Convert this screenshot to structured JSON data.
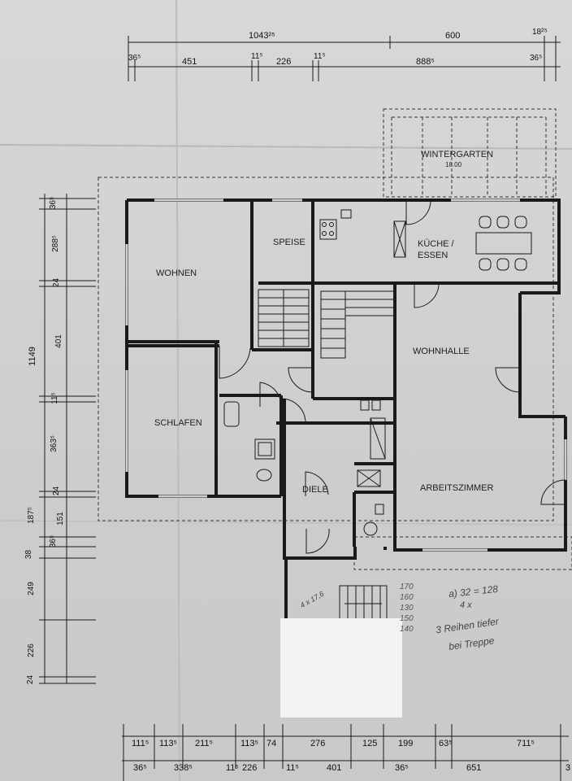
{
  "rooms": {
    "wintergarten": "WINTERGARTEN",
    "wintergarten_area": "18.00",
    "speise": "SPEISE",
    "kueche": "KÜCHE /",
    "essen": "ESSEN",
    "wohnen": "WOHNEN",
    "wohnhalle": "WOHNHALLE",
    "schlafen": "SCHLAFEN",
    "arbeitszimmer": "ARBEITSZIMMER",
    "diele": "DIELE"
  },
  "dims_top": {
    "overall": "1043²⁵",
    "right_a": "600",
    "right_b": "18²⁵",
    "d1": "36⁵",
    "d2": "451",
    "d3": "11⁵",
    "d4": "226",
    "d5": "11⁵",
    "d6": "888⁵",
    "d7": "36⁵"
  },
  "dims_left": {
    "overall": "1149",
    "d1": "36⁵",
    "d2": "288⁵",
    "d3": "24",
    "d4": "401",
    "d5": "11⁵",
    "d6": "363⁵",
    "d7": "24",
    "d8": "187⁵",
    "d9": "151",
    "d10": "36⁵",
    "d11": "38",
    "d12": "249",
    "d13": "226",
    "d14": "24"
  },
  "dims_bottom": {
    "r1": [
      "111⁵",
      "113⁵",
      "211⁵",
      "113⁵",
      "74",
      "276",
      "125",
      "199",
      "63⁵",
      "711⁵"
    ],
    "r2": [
      "36⁵",
      "338⁵",
      "11⁵",
      "226",
      "11⁵",
      "401",
      "36⁵",
      "651",
      "3"
    ]
  },
  "notes": {
    "n1": "170",
    "n2": "160",
    "n3": "130",
    "n4": "150",
    "n5": "140",
    "formula": "a) 32 = 128",
    "mult": "4 x",
    "remark1": "3 Reihen tiefer",
    "remark2": "bei Treppe",
    "stair_note": "4 x 17,6"
  }
}
